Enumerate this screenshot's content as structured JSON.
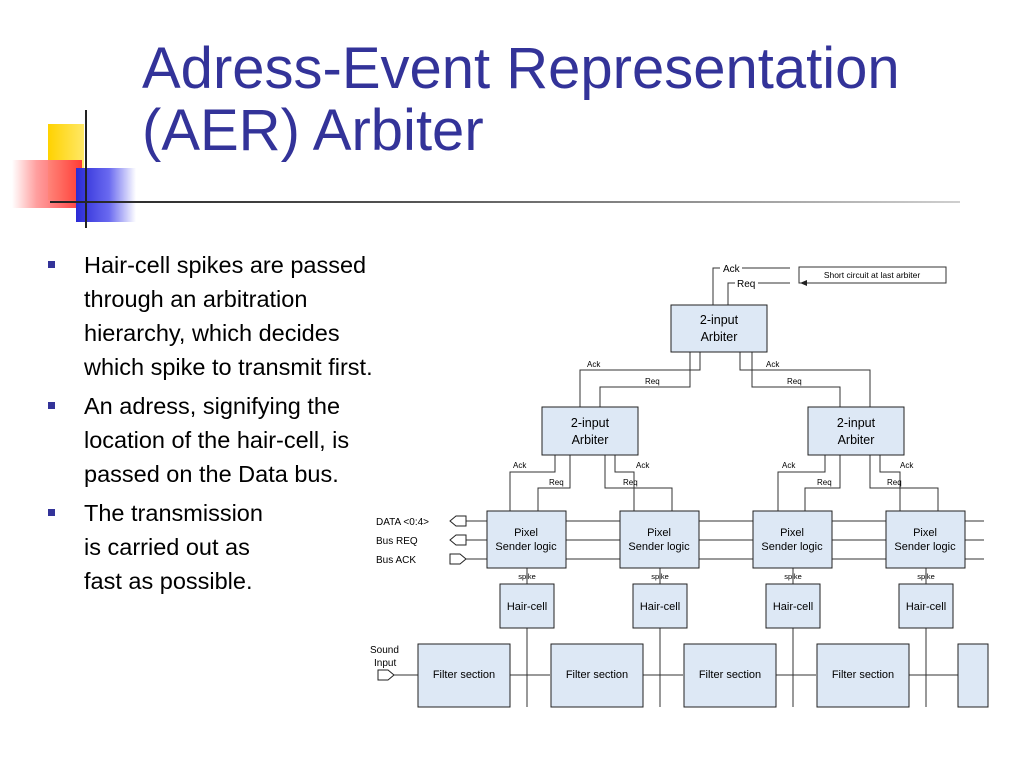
{
  "title": {
    "line1": "Adress-Event Representation",
    "line2": "(AER) Arbiter"
  },
  "bullets": [
    {
      "lines": [
        "Hair-cell spikes are passed",
        "through an arbitration",
        "hierarchy,  which decides",
        "which spike to transmit first."
      ]
    },
    {
      "lines": [
        "An adress, signifying the",
        "location of the hair-cell, is",
        "passed on the Data bus."
      ]
    },
    {
      "lines": [
        "The transmission",
        "is carried out as",
        "fast as possible."
      ]
    }
  ],
  "diagram": {
    "top": {
      "ack_label": "Ack",
      "req_label": "Req",
      "short_circuit_note": "Short circuit at last arbiter"
    },
    "arbiter_label": [
      "2-input",
      "Arbiter"
    ],
    "ack_label": "Ack",
    "req_label": "Req",
    "bus_labels": {
      "data": "DATA <0:4>",
      "req": "Bus REQ",
      "ack": "Bus ACK"
    },
    "pixel_label": [
      "Pixel",
      "Sender logic"
    ],
    "spike_label": "spike",
    "haircell_label": "Hair-cell",
    "filter_label": "Filter section",
    "sound_input_label": [
      "Sound",
      "Input"
    ]
  }
}
